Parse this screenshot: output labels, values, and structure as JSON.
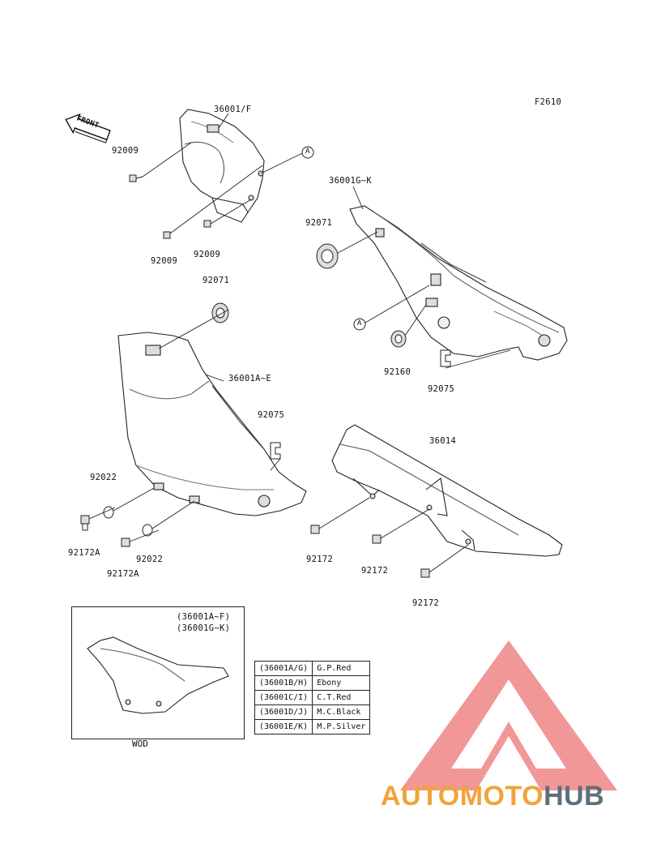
{
  "figure_code": "F2610",
  "front_arrow": "FRONT",
  "callouts": {
    "p36001F": "36001/F",
    "p92009_top": "92009",
    "p92009_bl": "92009",
    "p92009_br": "92009",
    "refA_top": "A",
    "p36001GK": "36001G~K",
    "p92071_right": "92071",
    "refA_right": "A",
    "p92160": "92160",
    "p92075_right": "92075",
    "p92071_left": "92071",
    "p36001AE": "36001A~E",
    "p92075_left": "92075",
    "p92022_top": "92022",
    "p92172A_left": "92172A",
    "p92172A_mid": "92172A",
    "p92022_bottom": "92022",
    "p36014": "36014",
    "p92172_1": "92172",
    "p92172_2": "92172",
    "p92172_3": "92172"
  },
  "inset": {
    "line1": "(36001A~F)",
    "line2": "(36001G~K)",
    "model": "WOD"
  },
  "color_table": [
    {
      "code": "(36001A/G)",
      "color": "G.P.Red"
    },
    {
      "code": "(36001B/H)",
      "color": "Ebony"
    },
    {
      "code": "(36001C/I)",
      "color": "C.T.Red"
    },
    {
      "code": "(36001D/J)",
      "color": "M.C.Black"
    },
    {
      "code": "(36001E/K)",
      "color": "M.P.Silver"
    }
  ],
  "watermark": {
    "part1": "AUTOMOTO",
    "part2": "HUB",
    "logo_color": "#f08c8c",
    "accent_color": "#f2a33a",
    "dark_color": "#5f6f7a"
  }
}
